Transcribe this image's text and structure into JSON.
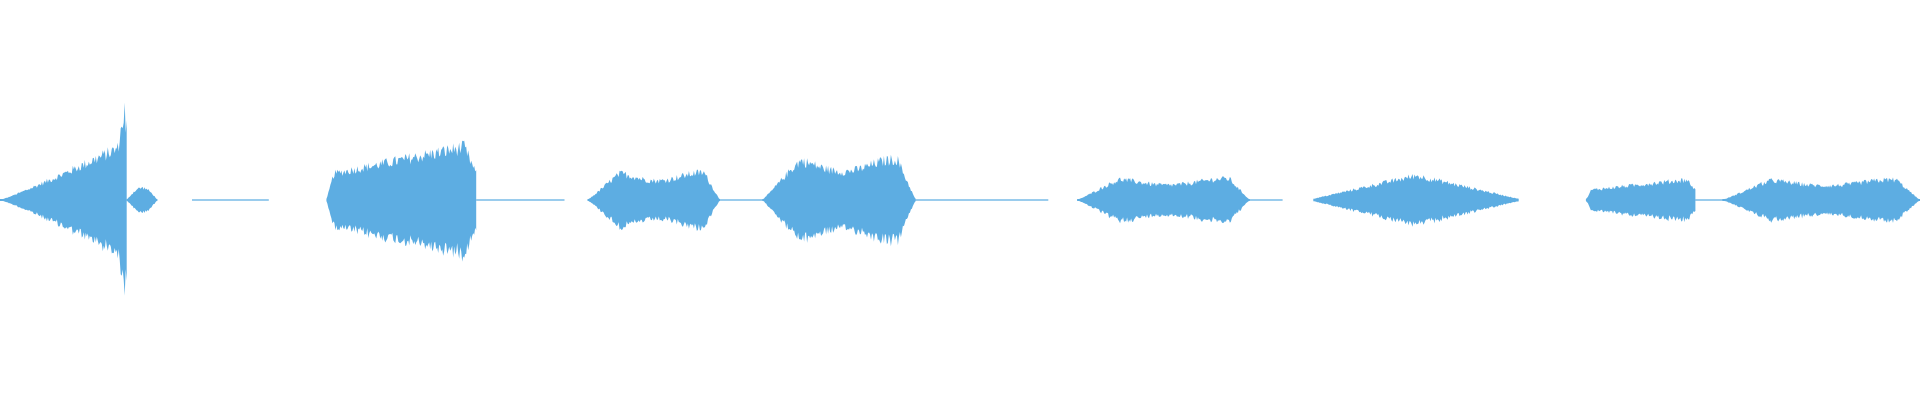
{
  "waveform": {
    "color": "#5dade2",
    "background": "#ffffff",
    "duration_fraction_axis": "time",
    "segments": [
      {
        "start": 0.0,
        "end": 0.066,
        "type": "voiced",
        "peak": 1.0,
        "shape": "swell"
      },
      {
        "start": 0.066,
        "end": 0.082,
        "type": "voiced",
        "peak": 0.12,
        "shape": "blip"
      },
      {
        "start": 0.1,
        "end": 0.14,
        "type": "silence",
        "peak": 0.01,
        "shape": "flat"
      },
      {
        "start": 0.17,
        "end": 0.248,
        "type": "voiced",
        "peak": 0.52,
        "shape": "rising"
      },
      {
        "start": 0.248,
        "end": 0.294,
        "type": "silence",
        "peak": 0.01,
        "shape": "flat"
      },
      {
        "start": 0.306,
        "end": 0.375,
        "type": "voiced",
        "peak": 0.27,
        "shape": "plateau"
      },
      {
        "start": 0.375,
        "end": 0.397,
        "type": "silence",
        "peak": 0.01,
        "shape": "flat"
      },
      {
        "start": 0.397,
        "end": 0.477,
        "type": "voiced",
        "peak": 0.4,
        "shape": "plateau"
      },
      {
        "start": 0.477,
        "end": 0.546,
        "type": "silence",
        "peak": 0.01,
        "shape": "flat"
      },
      {
        "start": 0.561,
        "end": 0.651,
        "type": "voiced",
        "peak": 0.21,
        "shape": "plateau"
      },
      {
        "start": 0.651,
        "end": 0.668,
        "type": "silence",
        "peak": 0.01,
        "shape": "flat"
      },
      {
        "start": 0.684,
        "end": 0.791,
        "type": "voiced",
        "peak": 0.24,
        "shape": "diamond"
      },
      {
        "start": 0.826,
        "end": 0.883,
        "type": "voiced",
        "peak": 0.2,
        "shape": "rising"
      },
      {
        "start": 0.883,
        "end": 0.897,
        "type": "silence",
        "peak": 0.01,
        "shape": "flat"
      },
      {
        "start": 0.897,
        "end": 1.0,
        "type": "voiced",
        "peak": 0.2,
        "shape": "plateau"
      }
    ]
  }
}
